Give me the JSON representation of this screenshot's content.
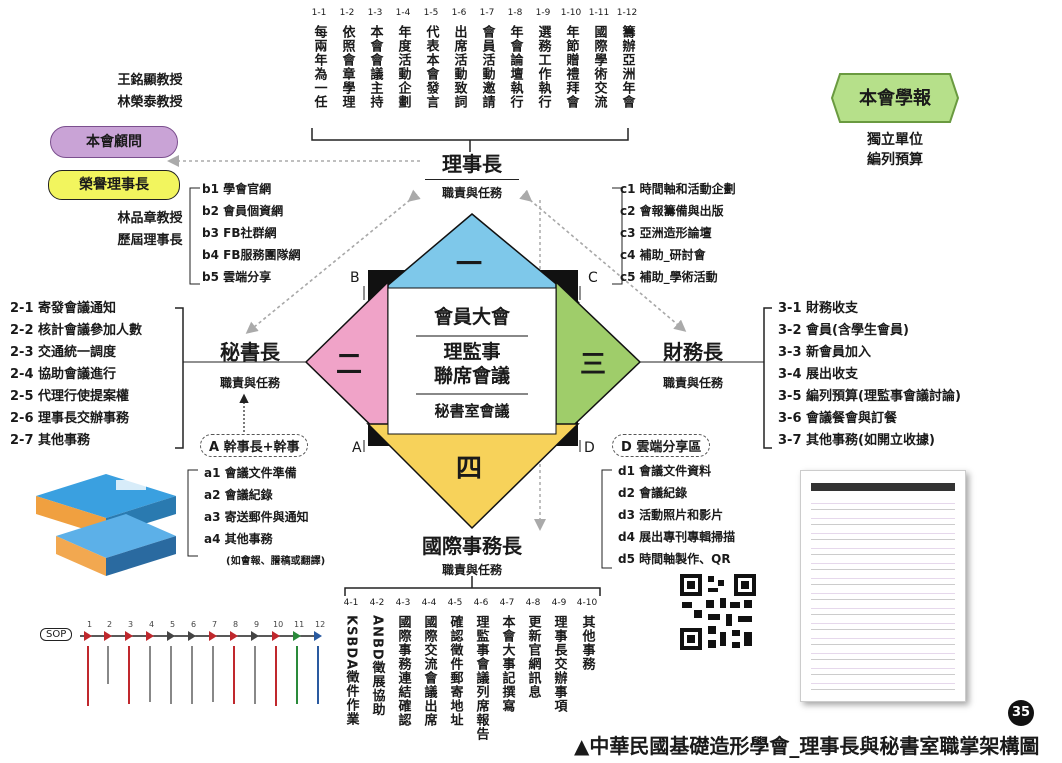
{
  "top_items": [
    {
      "num": "1-1",
      "text": "每兩年為一任"
    },
    {
      "num": "1-2",
      "text": "依照會章學理"
    },
    {
      "num": "1-3",
      "text": "本會會議主持"
    },
    {
      "num": "1-4",
      "text": "年度活動企劃"
    },
    {
      "num": "1-5",
      "text": "代表本會發言"
    },
    {
      "num": "1-6",
      "text": "出席活動致詞"
    },
    {
      "num": "1-7",
      "text": "會員活動邀請"
    },
    {
      "num": "1-8",
      "text": "年會論壇執行"
    },
    {
      "num": "1-9",
      "text": "選務工作執行"
    },
    {
      "num": "1-10",
      "text": "年節贈禮拜會"
    },
    {
      "num": "1-11",
      "text": "國際學術交流"
    },
    {
      "num": "1-12",
      "text": "籌辦亞洲年會"
    }
  ],
  "president": {
    "title": "理事長",
    "sub": "職責與任務"
  },
  "advisors": {
    "names_top": [
      "王銘顯教授",
      "林榮泰教授"
    ],
    "advisor_label": "本會顧問",
    "honorary_label": "榮譽理事長",
    "names_bottom": [
      "林品章教授",
      "歷屆理事長"
    ]
  },
  "journal": {
    "label": "本會學報",
    "notes": [
      "獨立單位",
      "編列預算"
    ]
  },
  "b_items": [
    "b1 學會官網",
    "b2 會員個資網",
    "b3 FB社群網",
    "b4 FB服務團隊網",
    "b5 雲端分享"
  ],
  "c_items": [
    "c1 時間軸和活動企劃",
    "c2 會報籌備與出版",
    "c3 亞洲造形論壇",
    "c4 補助_研討會",
    "c5 補助_學術活動"
  ],
  "secretary": {
    "title": "秘書長",
    "sub": "職責與任務",
    "items": [
      "2-1 寄發會議通知",
      "2-2 核計會議參加人數",
      "2-3 交通統一調度",
      "2-4 協助會議進行",
      "2-5 代理行使提案權",
      "2-6 理事長交辦事務",
      "2-7 其他事務"
    ]
  },
  "finance": {
    "title": "財務長",
    "sub": "職責與任務",
    "items": [
      "3-1 財務收支",
      "3-2 會員(含學生會員)",
      "3-3 新會員加入",
      "3-4 展出收支",
      "3-5 編列預算(理監事會議討論)",
      "3-6 會議餐會與訂餐",
      "3-7 其他事務(如開立收據)"
    ]
  },
  "center": {
    "line1": "會員大會",
    "line2": "理監事",
    "line3": "聯席會議",
    "line4": "秘書室會議"
  },
  "quadrants": {
    "top": "一",
    "left": "二",
    "right": "三",
    "bottom": "四"
  },
  "corners": {
    "a": "A",
    "b": "B",
    "c": "C",
    "d": "D"
  },
  "a_box": {
    "label": "A 幹事長+幹事",
    "items": [
      "a1 會議文件準備",
      "a2 會議紀錄",
      "a3 寄送郵件與通知",
      "a4 其他事務"
    ],
    "note": "(如會報、謄稿或翻譯)"
  },
  "d_box": {
    "label": "D 雲端分享區",
    "items": [
      "d1 會議文件資料",
      "d2 會議紀錄",
      "d3 活動照片和影片",
      "d4 展出專刊專輯掃描",
      "d5 時間軸製作、QR"
    ]
  },
  "intl": {
    "title": "國際事務長",
    "sub": "職責與任務",
    "items": [
      {
        "num": "4-1",
        "text": "KSBDA徵件作業"
      },
      {
        "num": "4-2",
        "text": "ANBD徵展協助"
      },
      {
        "num": "4-3",
        "text": "國際事務連結確認"
      },
      {
        "num": "4-4",
        "text": "國際交流會議出席"
      },
      {
        "num": "4-5",
        "text": "確認徵件郵寄地址"
      },
      {
        "num": "4-6",
        "text": "理監事會議列席報告"
      },
      {
        "num": "4-7",
        "text": "本會大事記撰寫"
      },
      {
        "num": "4-8",
        "text": "更新官網訊息"
      },
      {
        "num": "4-9",
        "text": "理事長交辦事項"
      },
      {
        "num": "4-10",
        "text": "其他事務"
      }
    ]
  },
  "sop": {
    "label": "SOP",
    "steps": [
      "1",
      "2",
      "3",
      "4",
      "5",
      "6",
      "7",
      "8",
      "9",
      "10",
      "11",
      "12"
    ]
  },
  "page_number": "35",
  "caption": "▲中華民國基礎造形學會_理事長與秘書室職掌架構圖",
  "colors": {
    "blue": "#7ec8ea",
    "pink": "#f0a3c8",
    "green": "#9fcd6a",
    "yellow": "#f7d25a",
    "purple": "#c9a3d6",
    "lime": "#f2f55e",
    "journal_green": "#b6e08a"
  }
}
